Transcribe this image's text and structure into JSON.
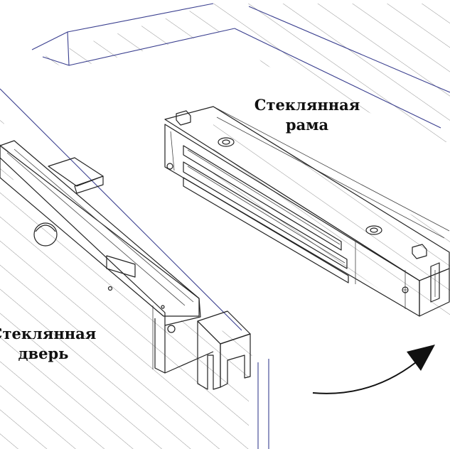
{
  "labels": {
    "frame_line1": "Стеклянная",
    "frame_line2": "рама",
    "door_line1": "Стеклянная",
    "door_line2": "дверь"
  }
}
